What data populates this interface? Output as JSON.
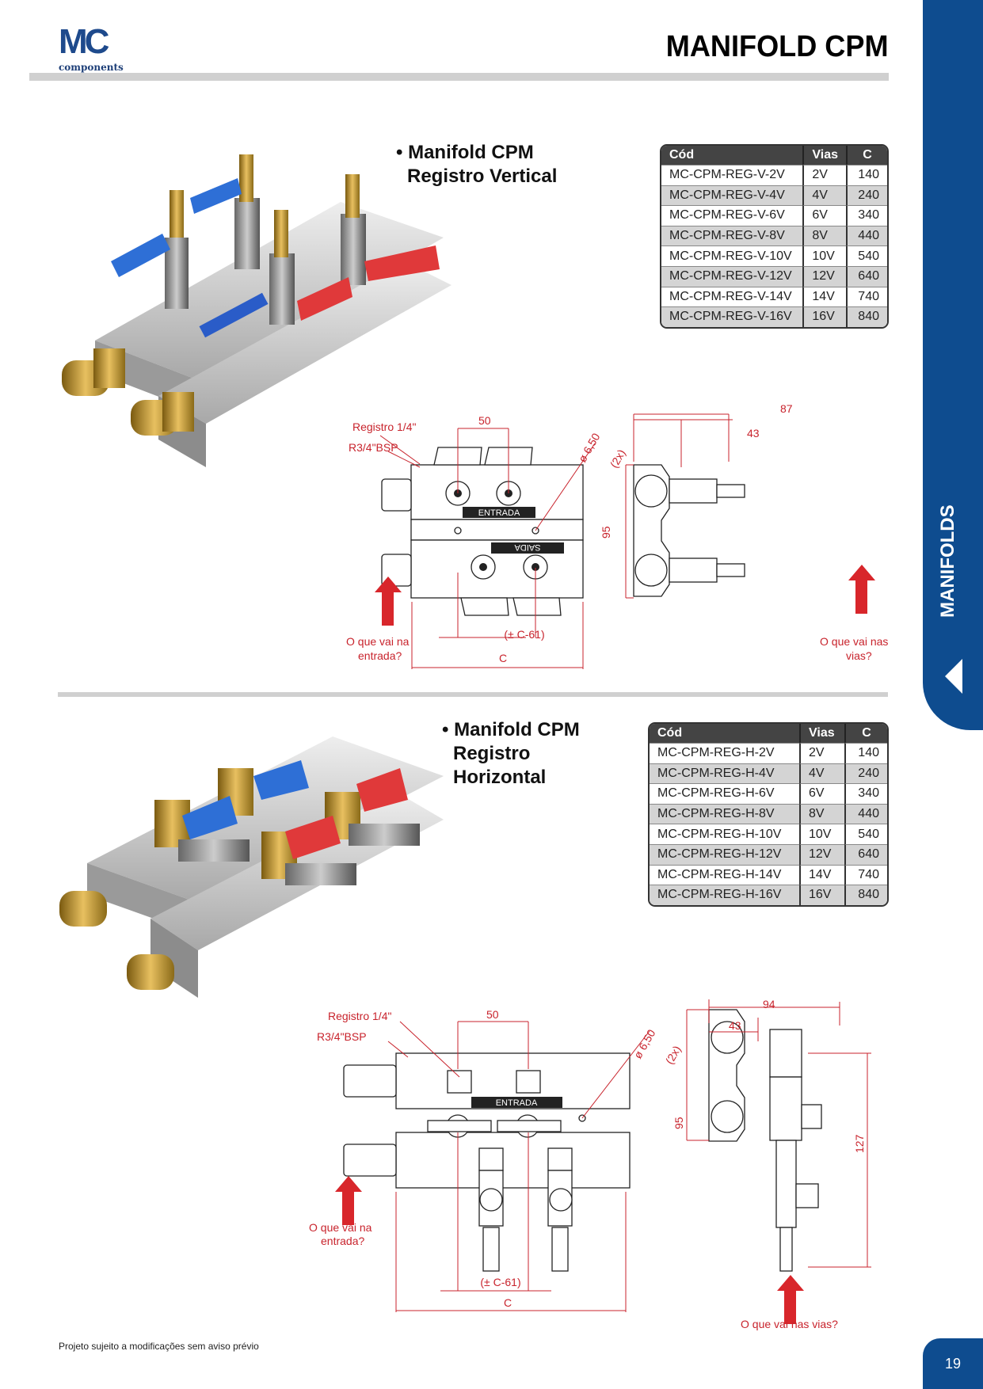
{
  "header": {
    "logo_main": "MC",
    "logo_sub": "components",
    "title": "MANIFOLD CPM"
  },
  "side_tab": {
    "label": "MANIFOLDS",
    "icon": "triangle-left-icon"
  },
  "colors": {
    "brand_blue": "#0e4c8f",
    "logo_orange": "#f0a030",
    "dimension_red": "#c8232c",
    "table_header": "#444444"
  },
  "products": [
    {
      "bullet": "•",
      "title_line1": "Manifold CPM",
      "title_line2": "Registro Vertical",
      "table": {
        "headers": [
          "Cód",
          "Vias",
          "C"
        ],
        "rows": [
          [
            "MC-CPM-REG-V-2V",
            "2V",
            "140"
          ],
          [
            "MC-CPM-REG-V-4V",
            "4V",
            "240"
          ],
          [
            "MC-CPM-REG-V-6V",
            "6V",
            "340"
          ],
          [
            "MC-CPM-REG-V-8V",
            "8V",
            "440"
          ],
          [
            "MC-CPM-REG-V-10V",
            "10V",
            "540"
          ],
          [
            "MC-CPM-REG-V-12V",
            "12V",
            "640"
          ],
          [
            "MC-CPM-REG-V-14V",
            "14V",
            "740"
          ],
          [
            "MC-CPM-REG-V-16V",
            "16V",
            "840"
          ]
        ]
      },
      "drawing": {
        "registro": "Registro 1/4\"",
        "rosca": "R3/4\"BSP",
        "spacing": "50",
        "hole": "ø 6,50",
        "hole_count": "(2x)",
        "entrada": "ENTRADA",
        "saida": "SAIDA",
        "height": "95",
        "width_total": "87",
        "width_partial": "43",
        "pitch": "(± C-61)",
        "length": "C",
        "q_entrada_1": "O que vai na",
        "q_entrada_2": "entrada?",
        "q_vias_1": "O que vai nas",
        "q_vias_2": "vias?"
      }
    },
    {
      "bullet": "•",
      "title_line1": "Manifold CPM",
      "title_line2": "Registro",
      "title_line3": "Horizontal",
      "table": {
        "headers": [
          "Cód",
          "Vias",
          "C"
        ],
        "rows": [
          [
            "MC-CPM-REG-H-2V",
            "2V",
            "140"
          ],
          [
            "MC-CPM-REG-H-4V",
            "4V",
            "240"
          ],
          [
            "MC-CPM-REG-H-6V",
            "6V",
            "340"
          ],
          [
            "MC-CPM-REG-H-8V",
            "8V",
            "440"
          ],
          [
            "MC-CPM-REG-H-10V",
            "10V",
            "540"
          ],
          [
            "MC-CPM-REG-H-12V",
            "12V",
            "640"
          ],
          [
            "MC-CPM-REG-H-14V",
            "14V",
            "740"
          ],
          [
            "MC-CPM-REG-H-16V",
            "16V",
            "840"
          ]
        ]
      },
      "drawing": {
        "registro": "Registro 1/4\"",
        "rosca": "R3/4\"BSP",
        "spacing": "50",
        "hole": "ø 6,50",
        "hole_count": "(2x)",
        "entrada": "ENTRADA",
        "height": "95",
        "height_total": "127",
        "width_total": "94",
        "width_partial": "43",
        "pitch": "(± C-61)",
        "length": "C",
        "q_entrada_1": "O que vai na",
        "q_entrada_2": "entrada?",
        "q_vias": "O que vai nas vias?"
      }
    }
  ],
  "footer": {
    "note": "Projeto sujeito a modificações sem aviso prévio",
    "page_number": "19"
  }
}
